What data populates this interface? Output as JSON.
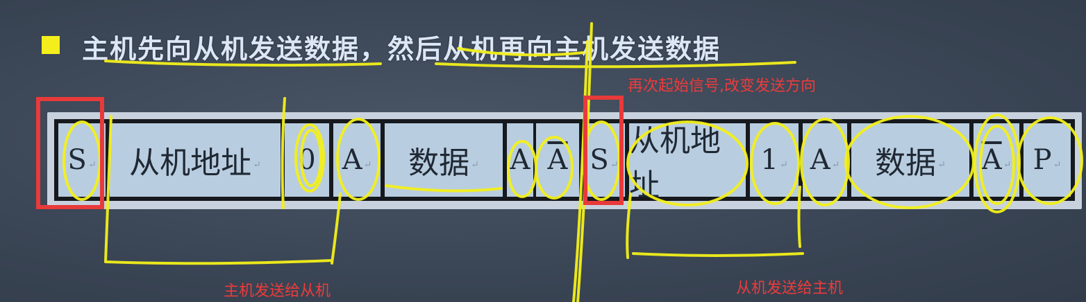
{
  "heading": {
    "text": "主机先向从机发送数据，然后从机再向主机发送数据"
  },
  "frame_fields": [
    {
      "label": "S"
    },
    {
      "label": "从机地址"
    },
    {
      "label": "0"
    },
    {
      "label": "A"
    },
    {
      "label": "数据"
    },
    {
      "label": "A"
    },
    {
      "label": "A",
      "overline": true
    },
    {
      "label": "S"
    },
    {
      "label": "从机地址"
    },
    {
      "label": "1"
    },
    {
      "label": "A"
    },
    {
      "label": "数据"
    },
    {
      "label": "A",
      "overline": true
    },
    {
      "label": "P"
    }
  ],
  "annotations": {
    "restart_note": "再次起始信号,改变发送方向",
    "master_to_slave": "主机发送给从机",
    "slave_to_master": "从机发送给主机"
  },
  "colors": {
    "annotation_red": "#e83a3a",
    "highlighter_yellow": "#f3f01a",
    "cell_fill": "#b9cde0"
  }
}
